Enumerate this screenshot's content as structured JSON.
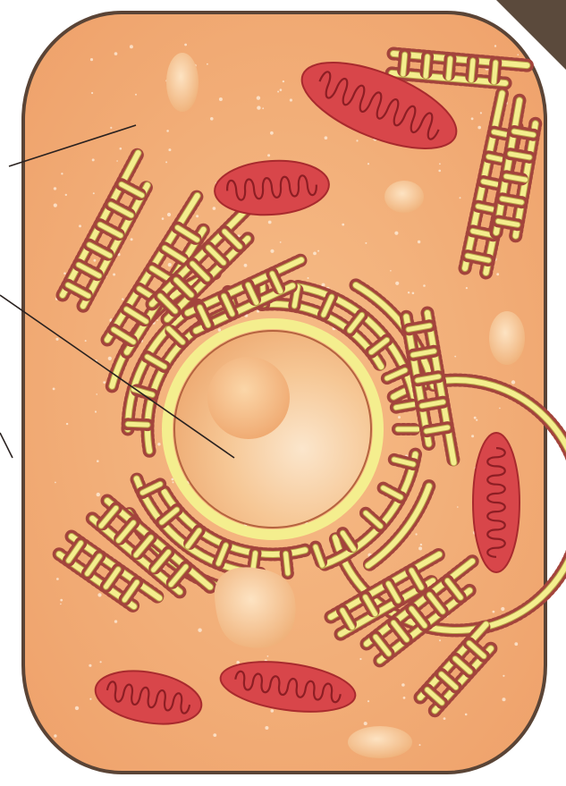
{
  "diagram": {
    "colors": {
      "background": "#ffffff",
      "corner_fold": "#5b4a3c",
      "cell_membrane": "#5a4436",
      "cytoplasm": "#f0b07a",
      "cytoplasm_speckle": "#fff4e6",
      "er_fill": "#f4ee8e",
      "er_outline": "#b9a44a",
      "ribosome": "#a3443c",
      "nucleus_fill": "#f6c795",
      "nucleus_outline": "#b5633f",
      "nucleolus": "#f3b87a",
      "mitochondrion_fill": "#d8464a",
      "mitochondrion_outline": "#a82a2e",
      "cristae": "#8d1e24",
      "vacuole_fill": "#f6c894",
      "pointer_line": "#2a2220"
    },
    "structures": [
      "cell-membrane",
      "cytoplasm",
      "nucleus",
      "nucleolus",
      "nuclear-envelope",
      "rough-endoplasmic-reticulum",
      "ribosomes",
      "mitochondria",
      "vacuoles"
    ],
    "pointer_count": 3
  }
}
